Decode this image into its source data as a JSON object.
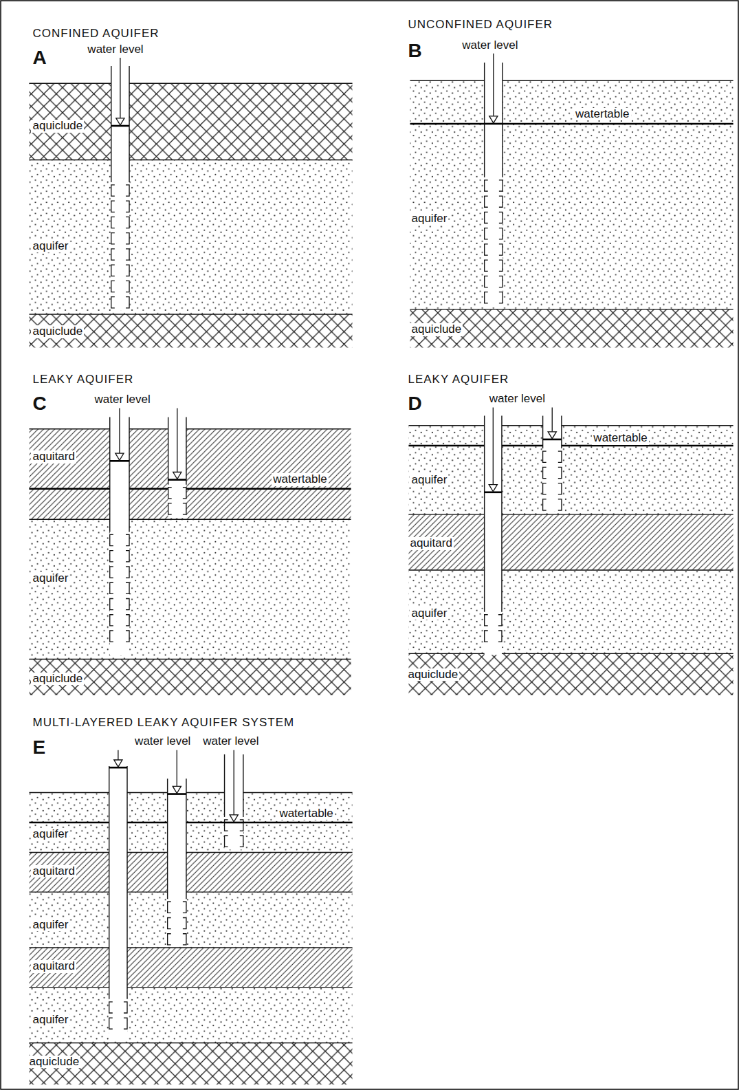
{
  "diagram": {
    "nodes": [
      {
        "text": [
          "aquiclude"
        ]
      },
      {
        "text": [
          "aquifer"
        ]
      },
      {
        "text": [
          "aquiclude"
        ]
      },
      {
        "text": [
          "aquifer"
        ]
      },
      {
        "text": [
          "aquiclude"
        ]
      },
      {
        "text": [
          "aquitard"
        ]
      },
      {
        "text": [
          "aquifer"
        ]
      },
      {
        "text": [
          "aquiclude"
        ]
      },
      {
        "text": [
          "aquifer"
        ]
      },
      {
        "text": [
          "aquitard"
        ]
      },
      {
        "text": [
          "aquifer"
        ]
      },
      {
        "text": [
          "aquiclude"
        ]
      },
      {
        "text": [
          "aquifer"
        ]
      },
      {
        "text": [
          "aquitard"
        ]
      },
      {
        "text": [
          "aquifer"
        ]
      },
      {
        "text": [
          "aquitard"
        ]
      },
      {
        "text": [
          "aquifer"
        ]
      },
      {
        "text": [
          "aquiclude"
        ]
      }
    ],
    "labels": [
      "CONFINED AQUIFER",
      "A",
      "water level",
      "UNCONFINED AQUIFER",
      "B",
      "water level",
      "watertable",
      "LEAKY AQUIFER",
      "C",
      "water level",
      "watertable",
      "LEAKY AQUIFER",
      "D",
      "water level",
      "watertable",
      "MULTI-LAYERED LEAKY AQUIFER SYSTEM",
      "E",
      "water level",
      "water level",
      "watertable"
    ]
  }
}
